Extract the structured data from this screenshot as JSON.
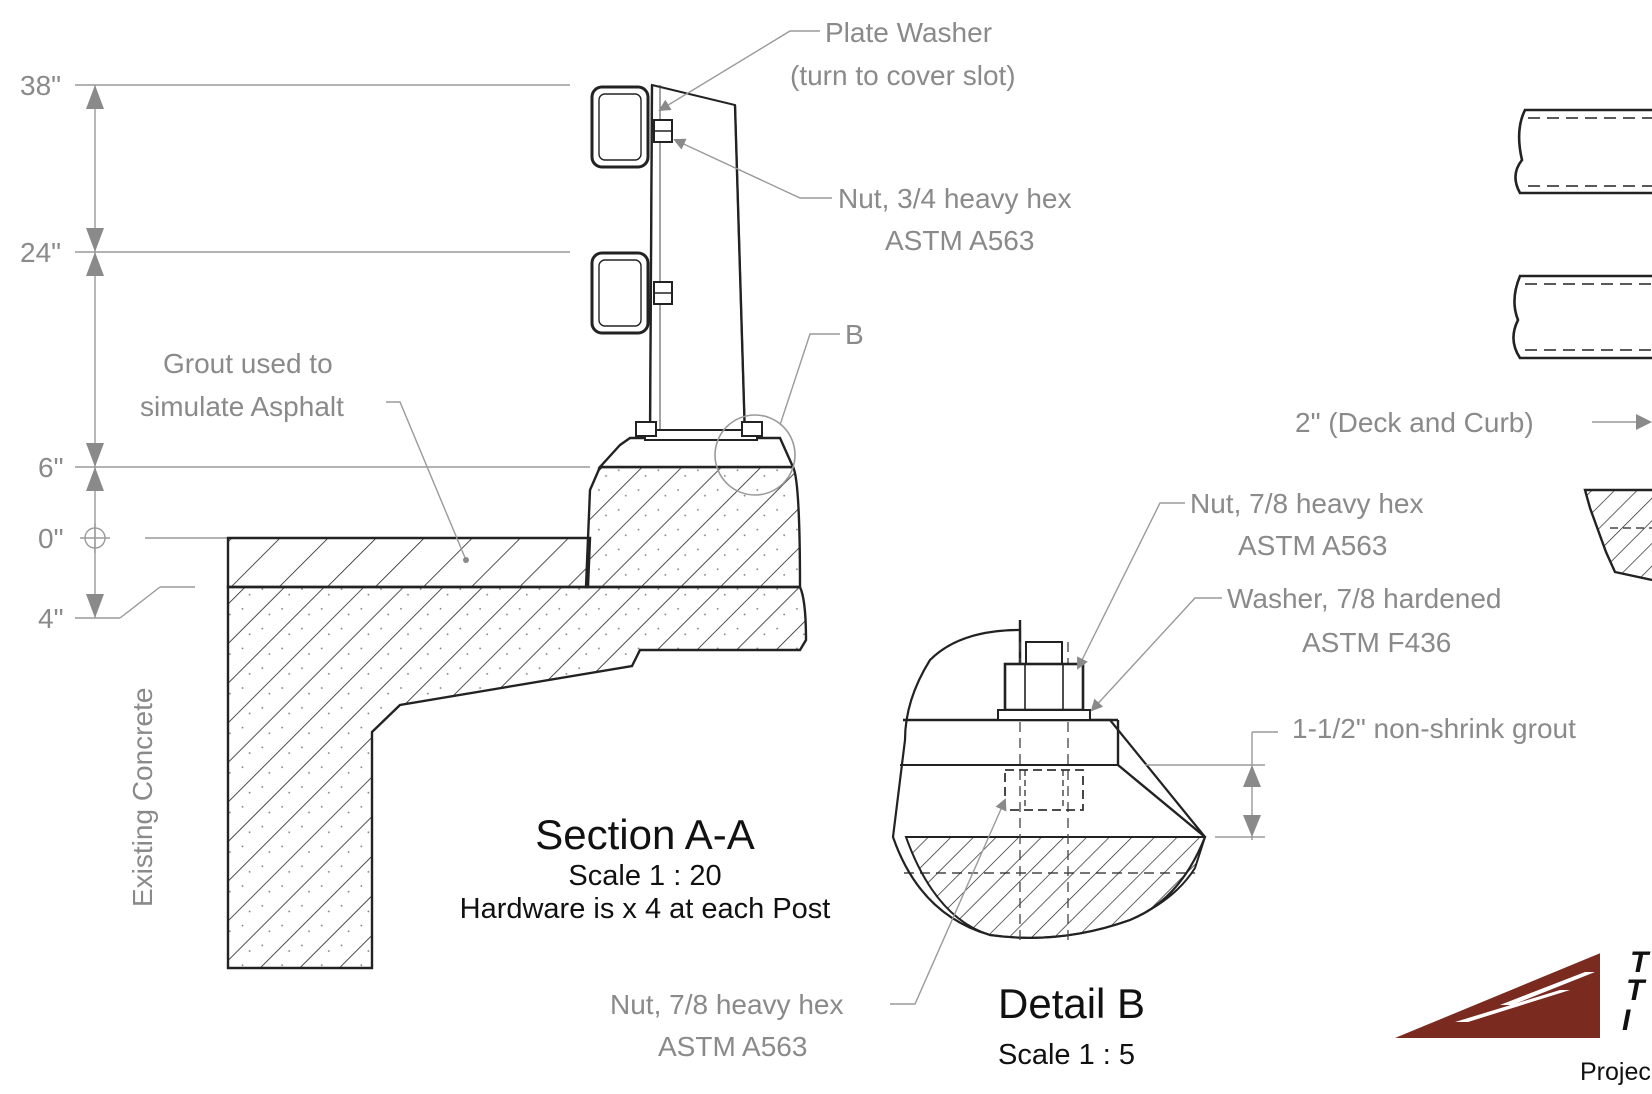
{
  "dimensions": {
    "d38": "38\"",
    "d24": "24\"",
    "d6": "6\"",
    "d0": "0\"",
    "d4": "4\""
  },
  "labels": {
    "plate_washer_1": "Plate Washer",
    "plate_washer_2": "(turn to cover slot)",
    "nut34_1": "Nut, 3/4 heavy hex",
    "nut34_2": "ASTM A563",
    "b_callout": "B",
    "grout_1": "Grout used to",
    "grout_2": "simulate Asphalt",
    "existing_concrete": "Existing Concrete",
    "deck_curb": "2\" (Deck and Curb)",
    "nut78_top_1": "Nut, 7/8 heavy hex",
    "nut78_top_2": "ASTM A563",
    "washer_1": "Washer, 7/8 hardened",
    "washer_2": "ASTM F436",
    "grout_thickness": "1-1/2\" non-shrink grout",
    "nut78_bot_1": "Nut, 7/8 heavy hex",
    "nut78_bot_2": "ASTM A563"
  },
  "section": {
    "title": "Section A-A",
    "scale": "Scale 1 : 20",
    "note": "Hardware is x 4 at each Post"
  },
  "detail": {
    "title": "Detail B",
    "scale": "Scale 1 : 5"
  },
  "logo": {
    "line1": "T",
    "line2": "T",
    "line3": "I",
    "project": "Projec",
    "color": "#7a2a1e"
  }
}
